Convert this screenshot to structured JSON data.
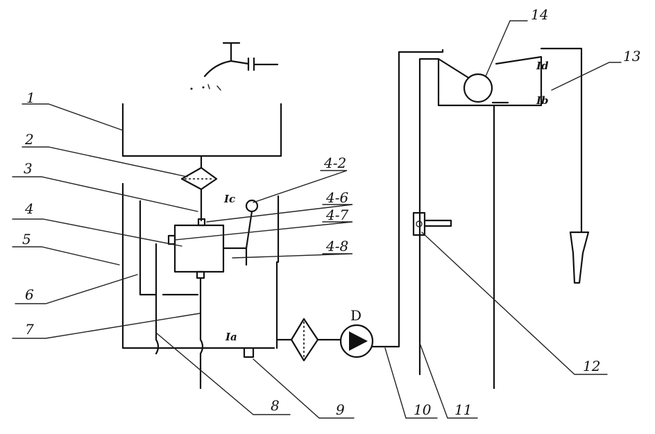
{
  "labels": {
    "l1": "1",
    "l2": "2",
    "l3": "3",
    "l4": "4",
    "l5": "5",
    "l6": "6",
    "l7": "7",
    "l8": "8",
    "l9": "9",
    "l10": "10",
    "l11": "11",
    "l12": "12",
    "l13": "13",
    "l14": "14",
    "l4_2": "4-2",
    "l4_6": "4-6",
    "l4_7": "4-7",
    "l4_8": "4-8",
    "pump": "D"
  },
  "tags": {
    "c": "Ic",
    "a": "Ia",
    "d": "Id",
    "b": "Ib"
  }
}
